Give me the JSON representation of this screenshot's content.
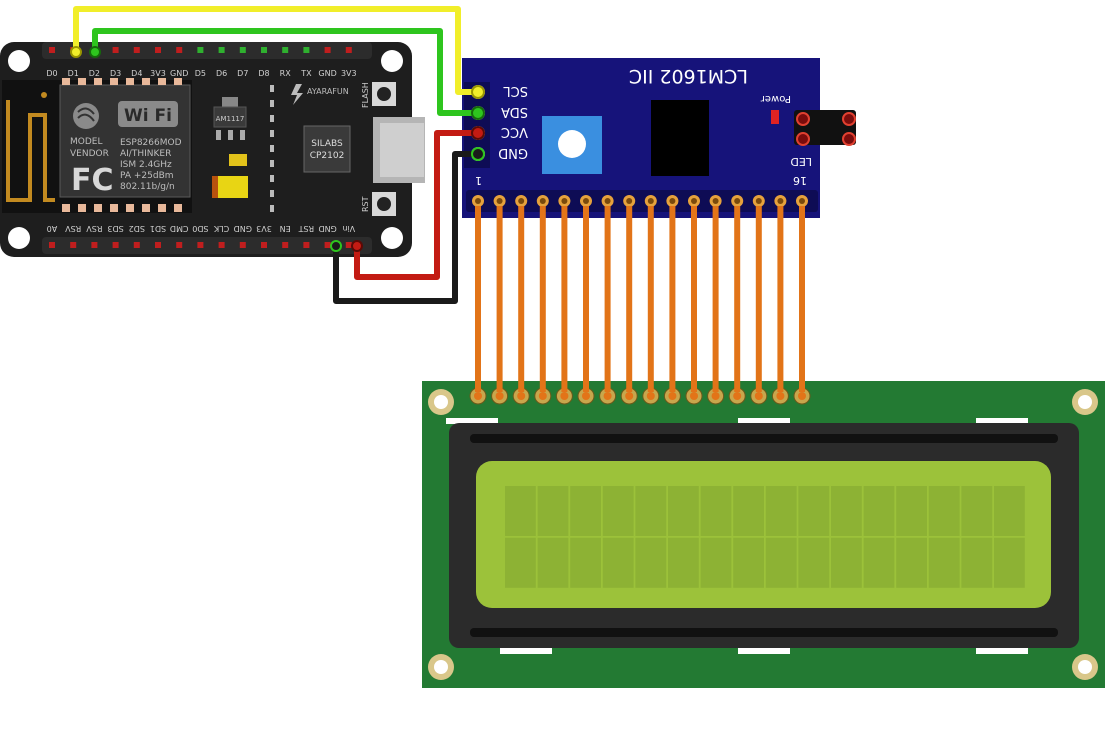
{
  "nodemcu": {
    "top_pins": [
      "D0",
      "D1",
      "D2",
      "D3",
      "D4",
      "3V3",
      "GND",
      "D5",
      "D6",
      "D7",
      "D8",
      "RX",
      "TX",
      "GND",
      "3V3"
    ],
    "bottom_pins": [
      "A0",
      "RSV",
      "RSV",
      "SD3",
      "SD2",
      "SD1",
      "CMD",
      "SD0",
      "CLK",
      "GND",
      "3V3",
      "EN",
      "RST",
      "GND",
      "Vin"
    ],
    "flash_label": "FLASH",
    "rst_label": "RST",
    "brand": "AYARAFUN",
    "module": {
      "wifi_label": "Wi Fi",
      "model": "MODEL",
      "vendor": "VENDOR",
      "lines": [
        "ESP8266MOD",
        "AI/THINKER",
        "ISM 2.4GHz",
        "PA +25dBm",
        "802.11b/g/n"
      ],
      "fcc": "FC"
    },
    "regulator": "AM1117",
    "usb_chip": [
      "SILABS",
      "CP2102"
    ]
  },
  "i2c_module": {
    "title": "LCM1602 IIC",
    "pins": [
      "SCL",
      "SDA",
      "VCC",
      "GND"
    ],
    "power_label": "Power",
    "led_label": "LED",
    "pin_first": "1",
    "pin_last": "16",
    "pin_count": 16
  },
  "lcd": {
    "rows": 2,
    "cols": 16
  },
  "colors": {
    "board": "#1f1f1f",
    "i2c_board": "#16137a",
    "lcd_pcb": "#237a33",
    "lcd_screen": "#9cc23a",
    "wire_yellow": "#f1ee2a",
    "wire_green": "#2ec51e",
    "wire_red": "#c31b13",
    "wire_black": "#1a1a1a",
    "wire_orange": "#e27418"
  }
}
